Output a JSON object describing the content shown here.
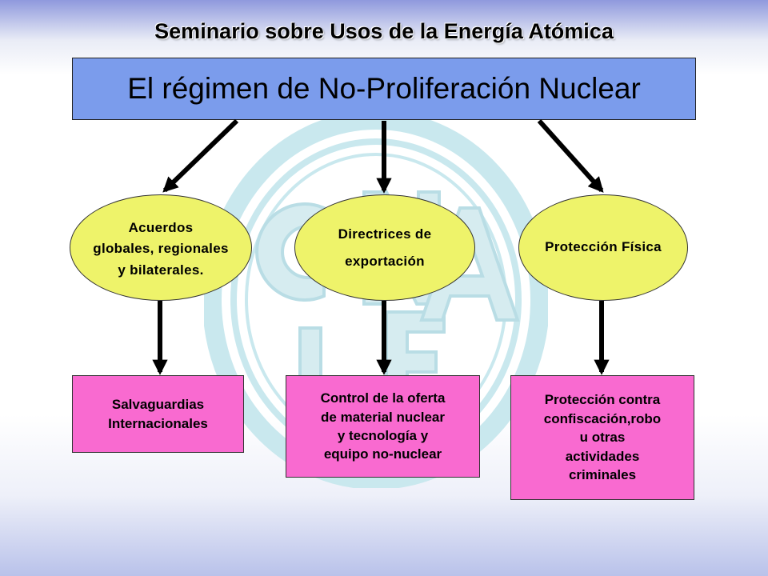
{
  "header": {
    "text": "Seminario sobre Usos de la Energía Atómica"
  },
  "title": {
    "text": "El régimen de No-Proliferación Nuclear"
  },
  "ovals": [
    {
      "lines": [
        "Acuerdos",
        "globales, regionales",
        "y bilaterales."
      ]
    },
    {
      "lines": [
        "Directrices de",
        "exportación"
      ]
    },
    {
      "lines": [
        "Protección Física"
      ]
    }
  ],
  "boxes": [
    {
      "lines": [
        "Salvaguardias",
        "Internacionales"
      ]
    },
    {
      "lines": [
        "Control de la oferta",
        "de material nuclear",
        "y tecnología y",
        "equipo no-nuclear"
      ]
    },
    {
      "lines": [
        "Protección contra",
        "confiscación,robo",
        "u otras",
        "actividades",
        "criminales"
      ]
    }
  ],
  "colors": {
    "title_fill": "#7b9cec",
    "oval_fill": "#eef36a",
    "box_fill": "#f96ad0",
    "arrow": "#000000"
  },
  "watermark": {
    "lettering": "CNEA"
  }
}
